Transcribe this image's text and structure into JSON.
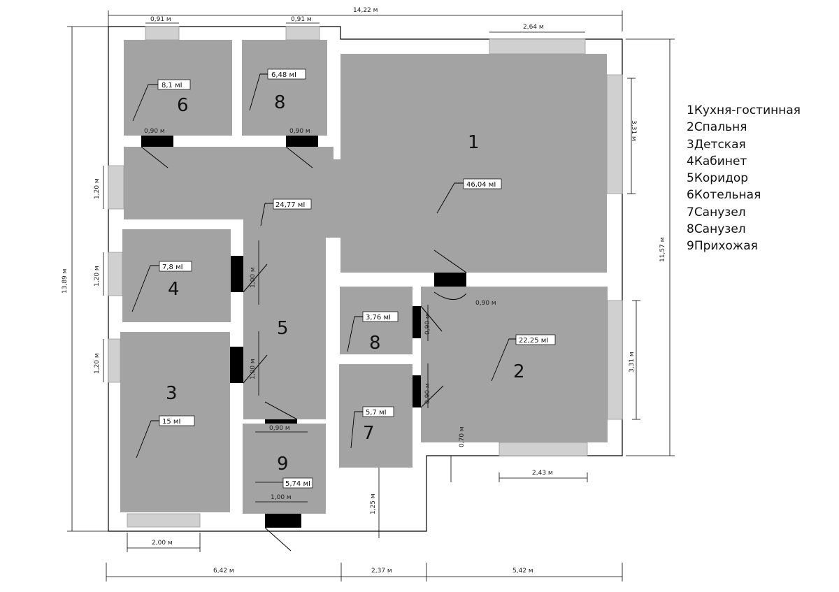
{
  "rooms": [
    {
      "key": "r1",
      "number": "1",
      "area": "46,04 мІ"
    },
    {
      "key": "r2",
      "number": "2",
      "area": "22,25 мІ"
    },
    {
      "key": "r3",
      "number": "3",
      "area": "15 мІ"
    },
    {
      "key": "r4",
      "number": "4",
      "area": "7,8 мІ"
    },
    {
      "key": "r5",
      "number": "5",
      "area": "24,77 мІ"
    },
    {
      "key": "r6",
      "number": "6",
      "area": "8,1 мІ"
    },
    {
      "key": "r7",
      "number": "7",
      "area": "5,7 мІ"
    },
    {
      "key": "r8a",
      "number": "8",
      "area": "6,48 мІ"
    },
    {
      "key": "r8b",
      "number": "8",
      "area": "3,76 мІ"
    },
    {
      "key": "r9",
      "number": "9",
      "area": "5,74 мІ"
    }
  ],
  "dimensions": {
    "overall_width": "14,22 м",
    "overall_height": "13,89 м",
    "right_height": "11,57 м",
    "top_window_left": "0,91 м",
    "top_window_mid": "0,91 м",
    "top_window_right": "2,64 м",
    "window_r1_right": "3,31 м",
    "window_r2_right": "3,31 м",
    "window_r2_bottom": "2,43 м",
    "window_r3_bottom": "2,00 м",
    "left_window_1": "1,20 м",
    "left_window_2": "1,20 м",
    "left_window_3": "1,20 м",
    "bottom_left": "6,42 м",
    "bottom_mid": "2,37 м",
    "bottom_right": "5,42 м",
    "porch_depth": "1,25 м",
    "step_offset": "0,70 м",
    "door_r6": "0,90 м",
    "door_r8": "0,90 м",
    "door_r1": "0,90 м",
    "door_r8b": "0,90 м",
    "door_r7": "0,90 м",
    "door_r9": "0,90 м",
    "door_r4": "1,00 м",
    "door_r3": "1,00 м",
    "door_entry": "1,00 м"
  },
  "legend": [
    "1Кухня-гостинная",
    "2Спальня",
    "3Детская",
    "4Кабинет",
    "5Коридор",
    "6Котельная",
    "7Санузел",
    "8Санузел",
    "9Прихожая"
  ],
  "colors": {
    "room_fill": "#a3a3a3",
    "window_fill": "#d0d0d0",
    "door_fill": "#000000",
    "wall_line": "#000000"
  }
}
